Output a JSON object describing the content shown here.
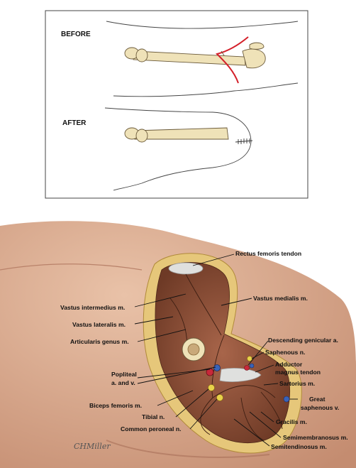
{
  "panel_top": {
    "before_label": "BEFORE",
    "after_label": "AFTER"
  },
  "labels": {
    "rectus_femoris_tendon": "Rectus femoris tendon",
    "vastus_intermedius": "Vastus intermedius m.",
    "vastus_medialis": "Vastus medialis m.",
    "vastus_lateralis": "Vastus lateralis m.",
    "articularis_genus": "Articularis genus m.",
    "descending_genicular": "Descending genicular a.",
    "saphenous_n": "Saphenous n.",
    "adductor_magnus_line1": "Adductor",
    "adductor_magnus_line2": "magnus tendon",
    "popliteal_line1": "Popliteal",
    "popliteal_line2": "a. and v.",
    "sartorius": "Sartorius m.",
    "great_saphenous_line1": "Great",
    "great_saphenous_line2": "saphenous v.",
    "biceps_femoris": "Biceps femoris m.",
    "gracilis": "Gracilis m.",
    "tibial_n": "Tibial n.",
    "common_peroneal": "Common peroneal n.",
    "semimembranosus": "Semimembranosus m.",
    "semitendinosus": "Semitendinosus m."
  },
  "signature": "CHMiller",
  "colors": {
    "bone": "#efe2b8",
    "skin": "#d9a98c",
    "muscle": "#8a5038",
    "fat": "#e6c77a",
    "incision": "#d4202a",
    "artery": "#c8283a",
    "vein": "#3a63b8",
    "nerve": "#e8d24a"
  }
}
